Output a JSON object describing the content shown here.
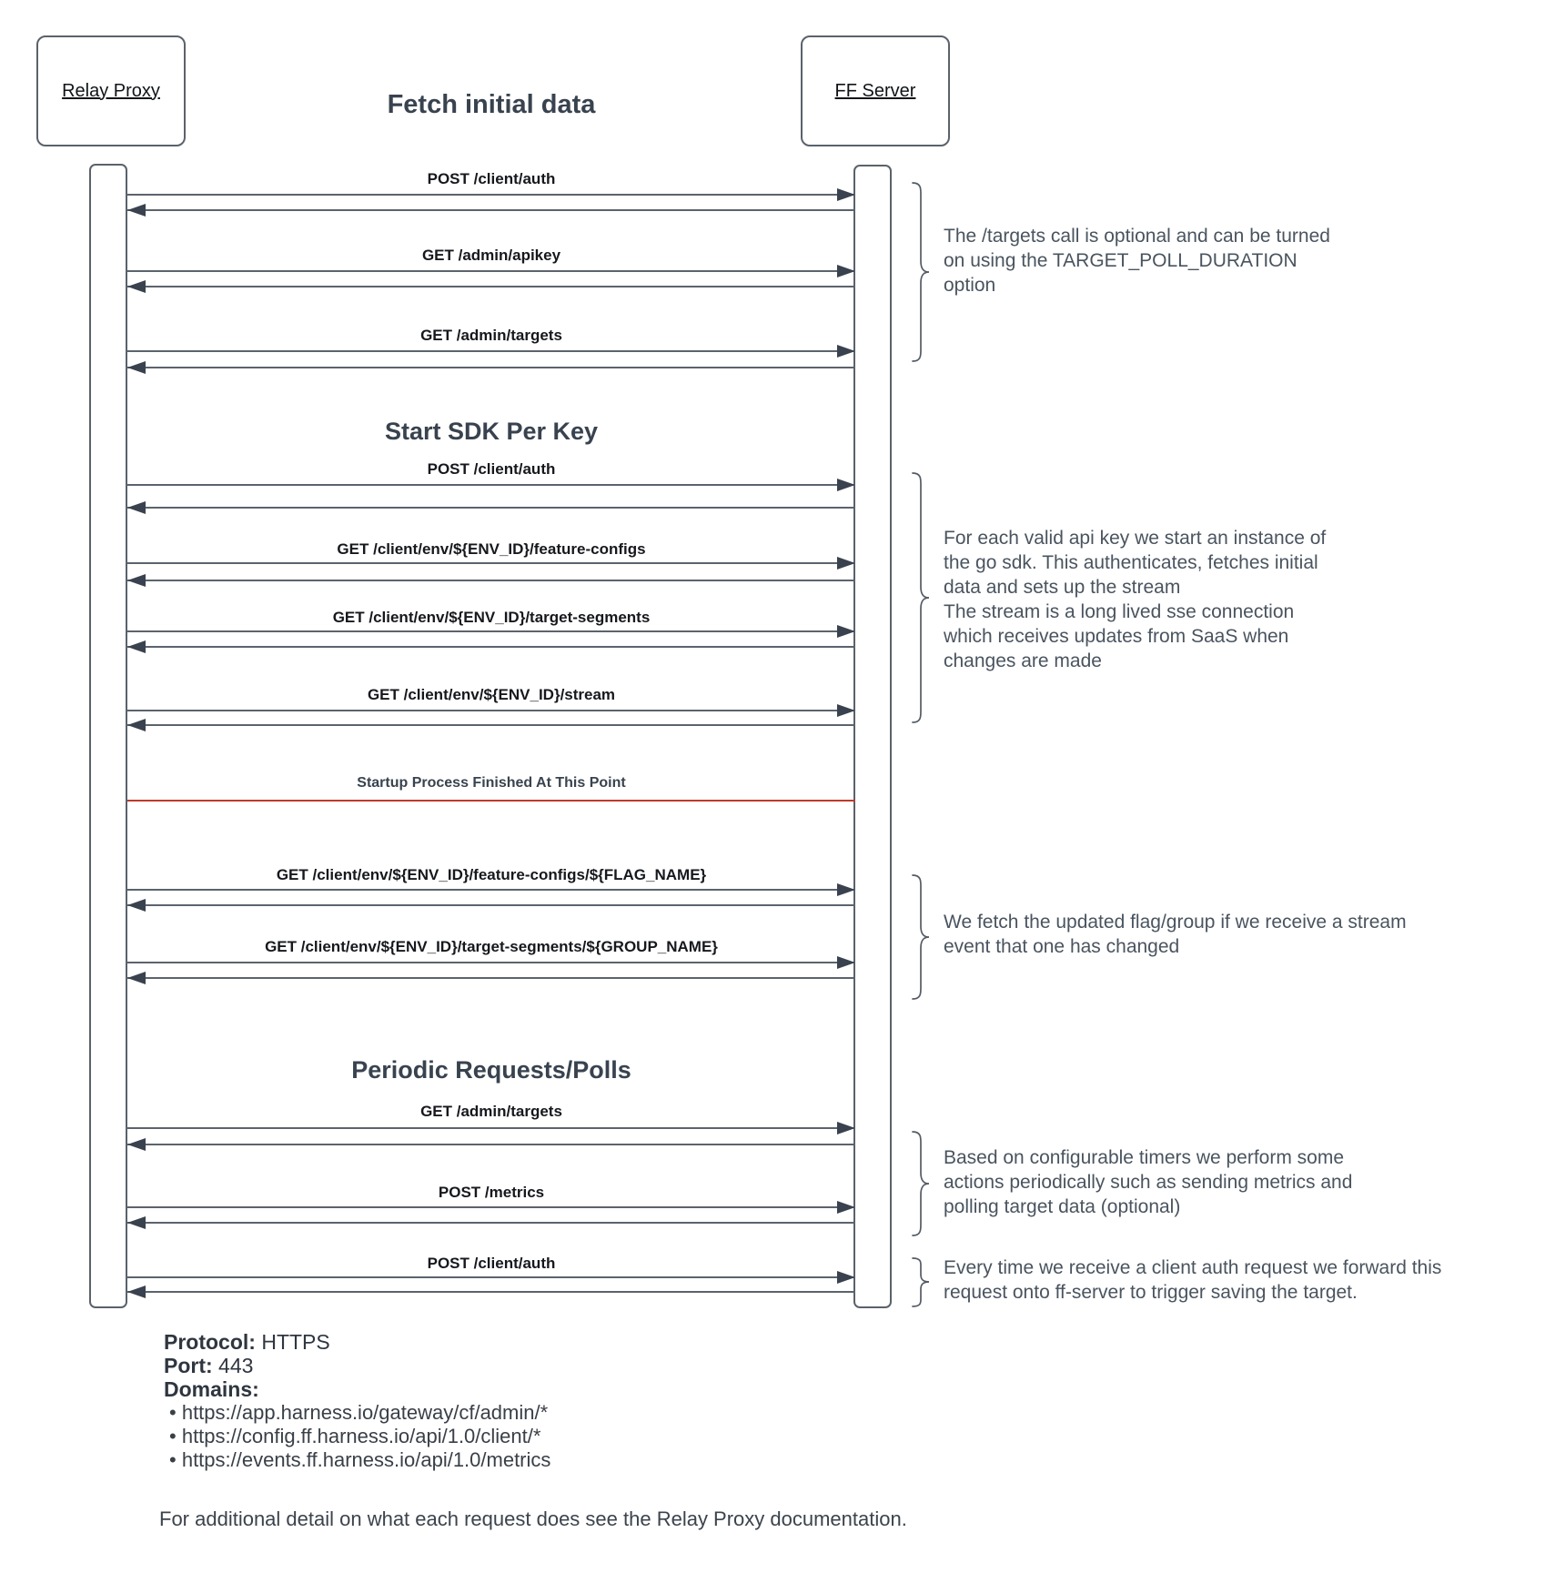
{
  "actors": [
    {
      "name": "Relay Proxy"
    },
    {
      "name": "FF Server"
    }
  ],
  "sections": {
    "initial": "Fetch initial data",
    "sdk": "Start SDK Per Key",
    "periodic": "Periodic Requests/Polls"
  },
  "messages": [
    {
      "label": "POST /client/auth"
    },
    {
      "label": "GET /admin/apikey"
    },
    {
      "label": "GET /admin/targets"
    },
    {
      "label": "POST /client/auth"
    },
    {
      "label": "GET /client/env/${ENV_ID}/feature-configs"
    },
    {
      "label": "GET /client/env/${ENV_ID}/target-segments"
    },
    {
      "label": "GET /client/env/${ENV_ID}/stream"
    },
    {
      "label": "GET /client/env/${ENV_ID}/feature-configs/${FLAG_NAME}"
    },
    {
      "label": "GET /client/env/${ENV_ID}/target-segments/${GROUP_NAME}"
    },
    {
      "label": "GET /admin/targets"
    },
    {
      "label": "POST /metrics"
    },
    {
      "label": "POST /client/auth"
    }
  ],
  "divider": {
    "label": "Startup Process Finished At This Point",
    "color": "#c0392b"
  },
  "annotations": [
    {
      "lines": [
        "The /targets call is optional and can be turned",
        "on using the TARGET_POLL_DURATION",
        "option"
      ]
    },
    {
      "lines": [
        "For each valid api key we start an instance of",
        "the go sdk. This authenticates, fetches initial",
        "data and sets up the stream",
        "The stream is a long lived sse connection",
        "which receives updates from SaaS when",
        "changes are made"
      ]
    },
    {
      "lines": [
        "We fetch the updated flag/group if we receive a stream",
        "event that one has changed"
      ]
    },
    {
      "lines": [
        "Based on configurable timers we perform some",
        "actions periodically such as sending metrics and",
        "polling target data (optional)"
      ]
    },
    {
      "lines": [
        "Every time we receive a client auth request we forward this",
        "request onto ff-server to trigger saving the target."
      ]
    }
  ],
  "footer": {
    "protocol_label": "Protocol:",
    "protocol_value": " HTTPS",
    "port_label": "Port:",
    "port_value": " 443",
    "domains_label": "Domains:",
    "bullet_char": "•",
    "domains": [
      "https://app.harness.io/gateway/cf/admin/*",
      "https://config.ff.harness.io/api/1.0/client/*",
      "https://events.ff.harness.io/api/1.0/metrics"
    ],
    "note": "For additional detail on what each request does see the Relay Proxy documentation."
  },
  "colors": {
    "border": "#5a626b",
    "arrow_line": "#5b636d",
    "arrow_head": "#39424e",
    "header_text": "#39434f",
    "annotation_text": "#4a545f",
    "divider_red": "#c0392b"
  }
}
